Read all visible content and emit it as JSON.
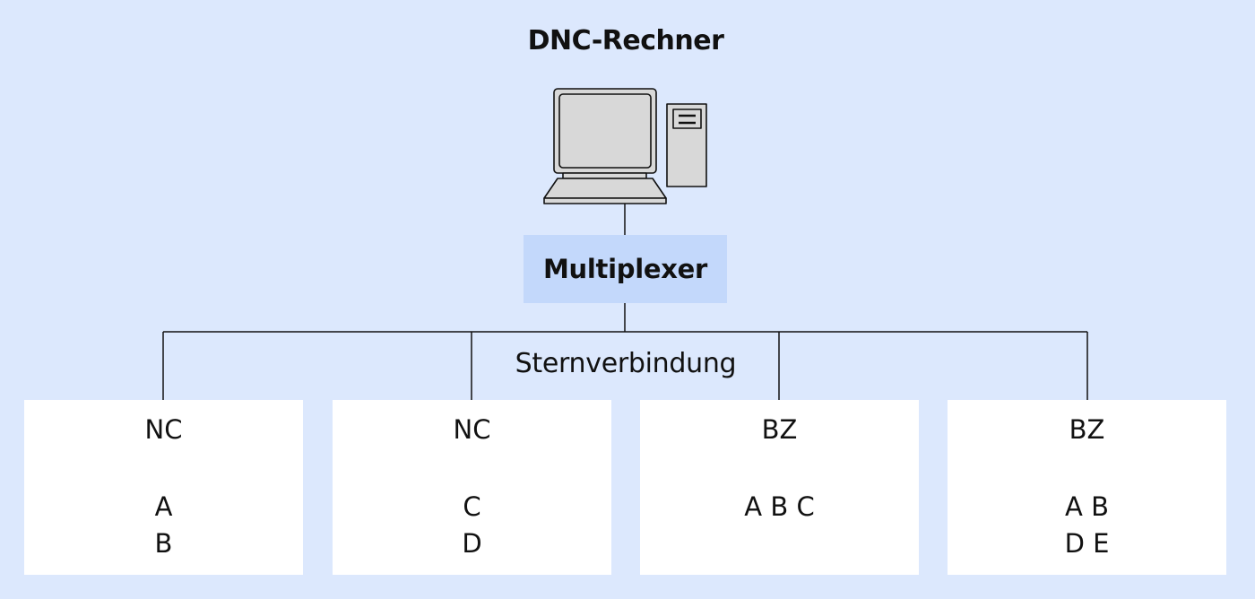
{
  "diagram": {
    "title": "DNC-Rechner",
    "multiplexer_label": "Multiplexer",
    "connection_label": "Sternverbindung",
    "stations": [
      {
        "type": "NC",
        "line1": "A",
        "line2": "B"
      },
      {
        "type": "NC",
        "line1": "C",
        "line2": "D"
      },
      {
        "type": "BZ",
        "line1": "A B C",
        "line2": ""
      },
      {
        "type": "BZ",
        "line1": "A B",
        "line2": "D E"
      }
    ]
  },
  "colors": {
    "background": "#dce8fd",
    "multiplexer_fill": "#c3d8fb",
    "station_fill": "#ffffff",
    "computer_fill": "#d8d8d8",
    "line": "#111111"
  },
  "icons": {
    "computer": "desktop-computer-icon"
  }
}
